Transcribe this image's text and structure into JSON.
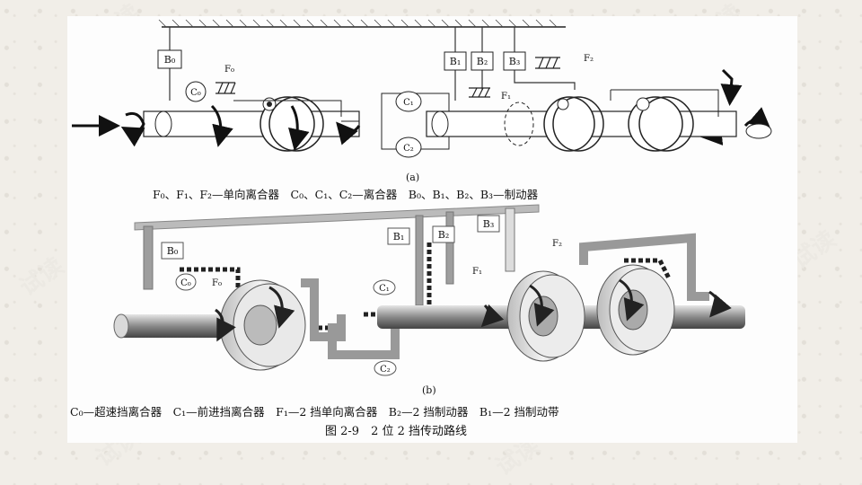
{
  "watermark": "试读",
  "diagram_a": {
    "label": "(a)",
    "boxes": {
      "b0": "B₀",
      "b1": "B₁",
      "b2": "B₂",
      "b3": "B₃",
      "c0": "C₀",
      "c1": "C₁",
      "c2": "C₂"
    },
    "clutch_labels": {
      "f0": "F₀",
      "f1": "F₁",
      "f2": "F₂"
    },
    "legend": "F₀、F₁、F₂—单向离合器　C₀、C₁、C₂—离合器　B₀、B₁、B₂、B₃—制动器"
  },
  "diagram_b": {
    "label": "(b)",
    "boxes": {
      "b0": "B₀",
      "b1": "B₁",
      "b2": "B₂",
      "b3": "B₃",
      "c0": "C₀",
      "c1": "C₁",
      "c2": "C₂"
    },
    "clutch_labels": {
      "f0": "F₀",
      "f1": "F₁",
      "f2": "F₂"
    },
    "legend": "C₀—超速挡离合器　C₁—前进挡离合器　F₁—2 挡单向离合器　B₂—2 挡制动器　B₁—2 挡制动带"
  },
  "figure_caption": "图 2-9　2 位 2 挡传动路线"
}
